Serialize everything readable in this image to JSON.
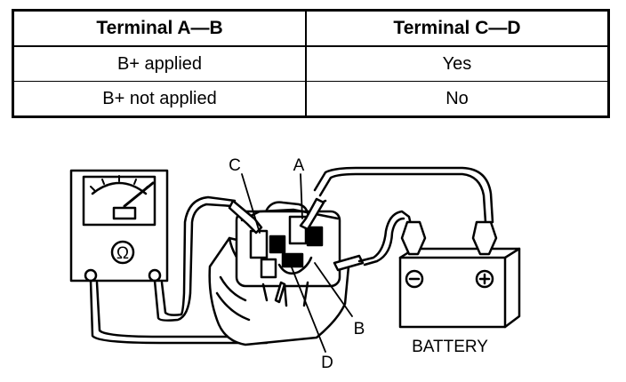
{
  "table": {
    "headers": [
      "Terminal A—B",
      "Terminal C—D"
    ],
    "rows": [
      [
        "B+ applied",
        "Yes"
      ],
      [
        "B+ not applied",
        "No"
      ]
    ]
  },
  "diagram": {
    "terminal_labels": {
      "a": "A",
      "b": "B",
      "c": "C",
      "d": "D"
    },
    "ohmmeter_symbol": "Ω",
    "battery": {
      "label": "BATTERY",
      "negative": "⊖",
      "positive": "⊕"
    }
  }
}
